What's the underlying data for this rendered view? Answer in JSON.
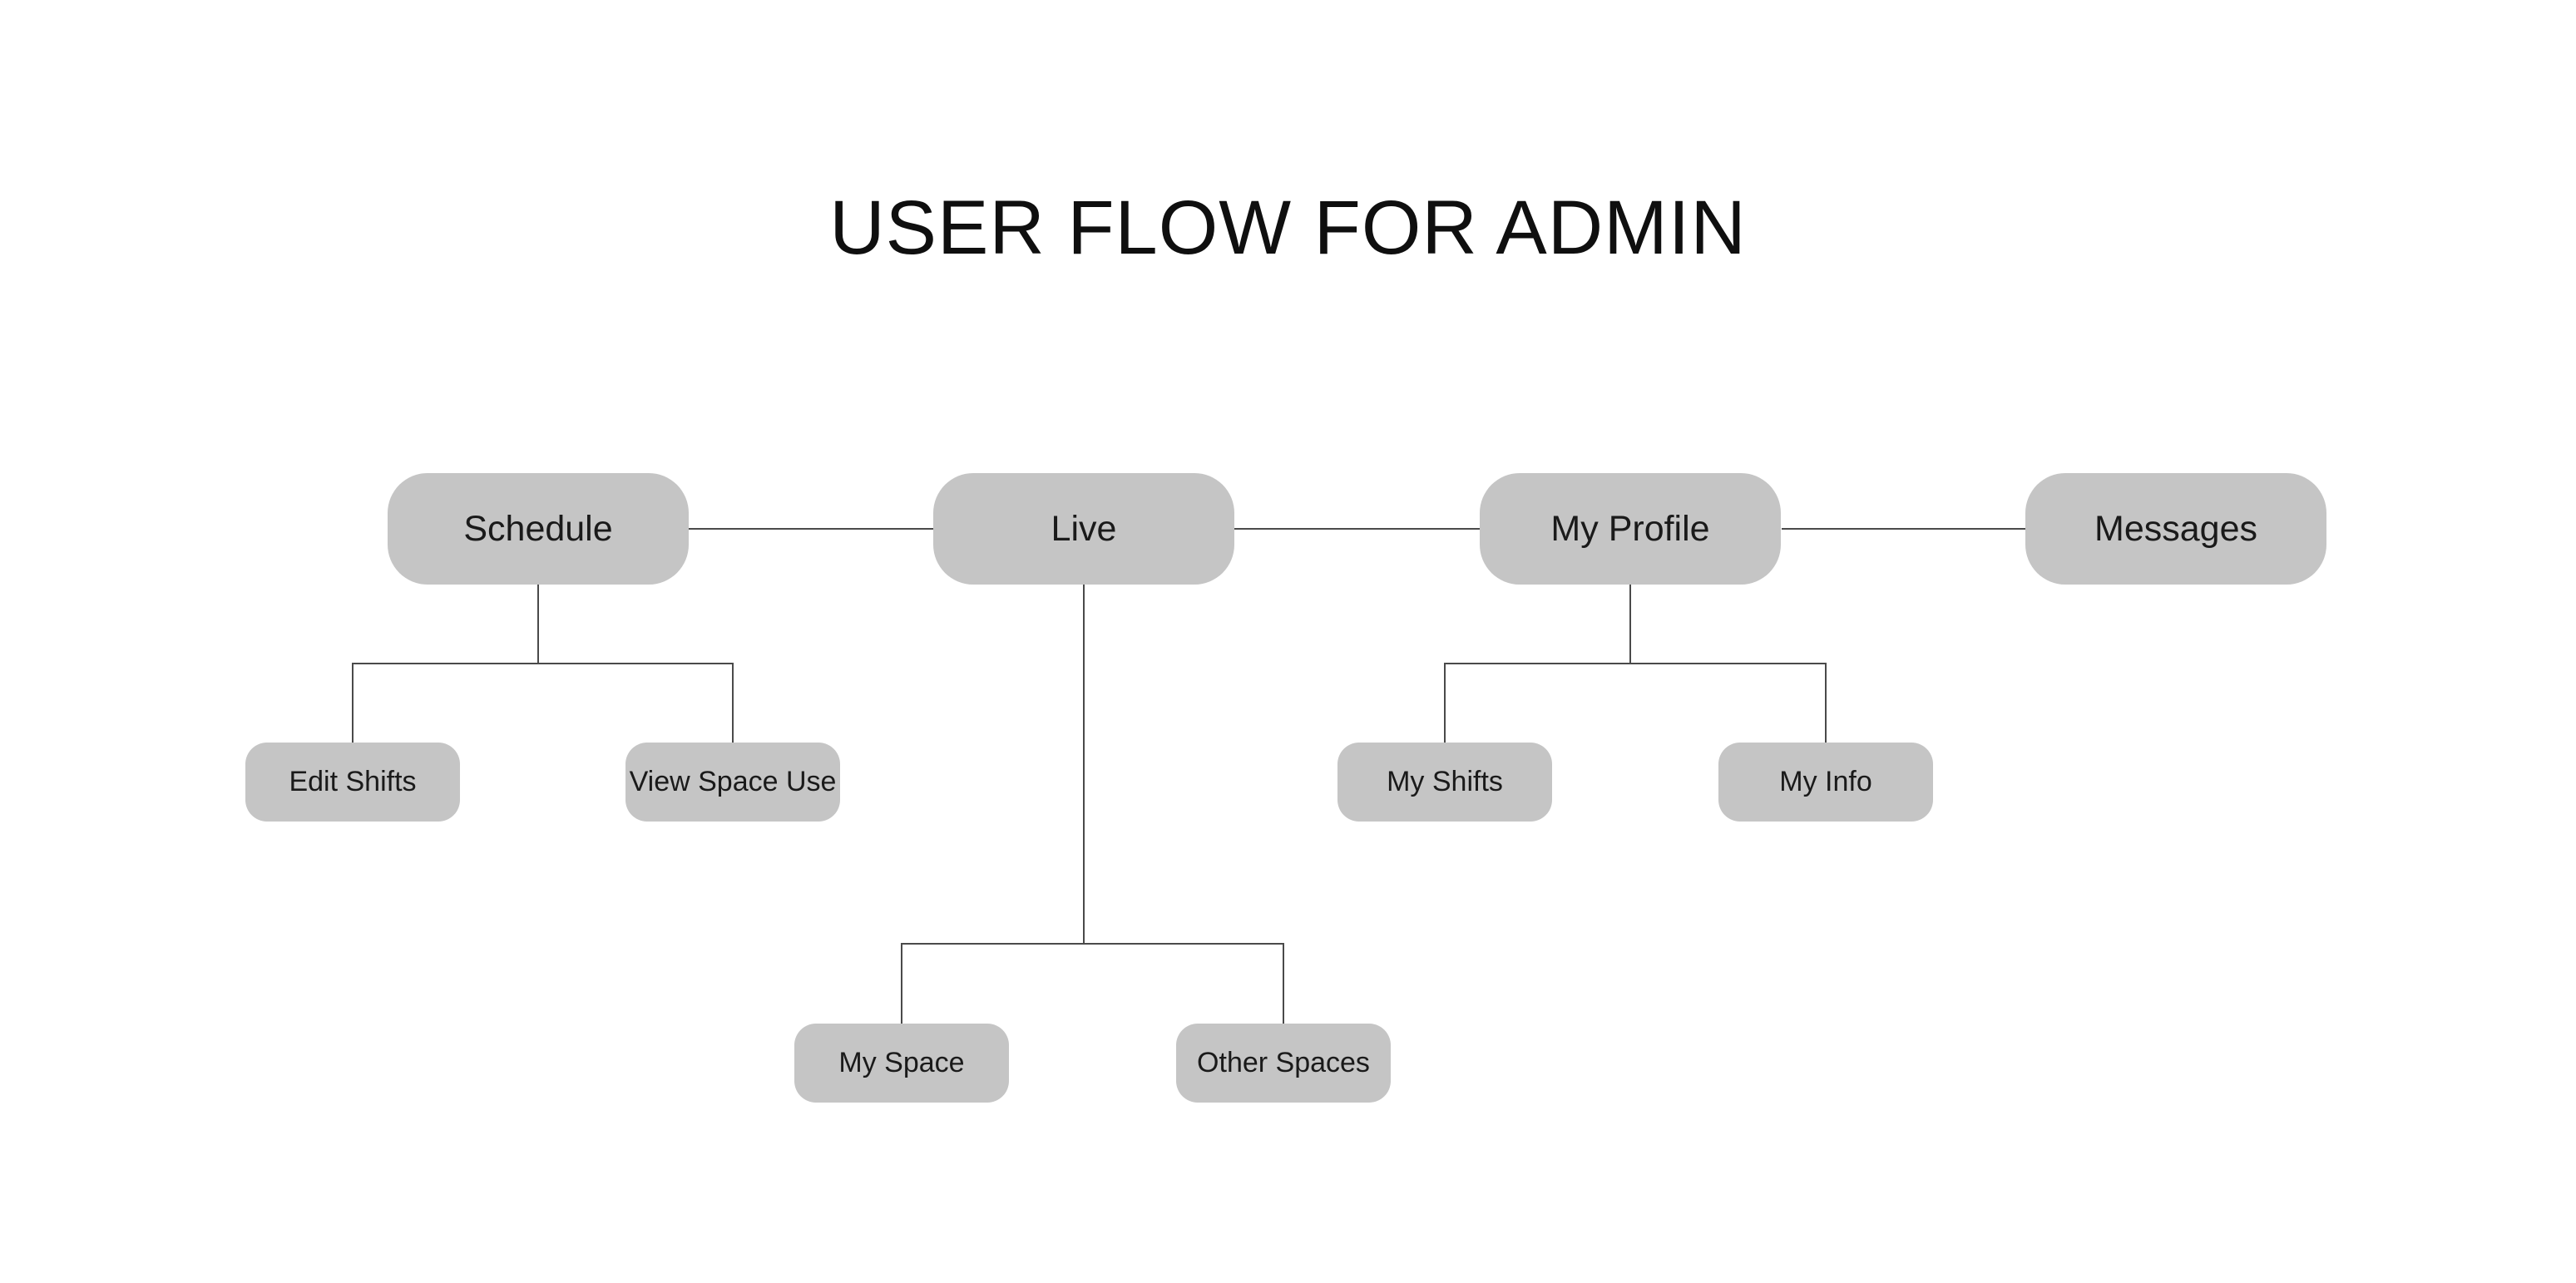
{
  "title": "USER FLOW FOR ADMIN",
  "diagram": {
    "top_level": [
      {
        "label": "Schedule"
      },
      {
        "label": "Live"
      },
      {
        "label": "My Profile"
      },
      {
        "label": "Messages"
      }
    ],
    "children": {
      "schedule": [
        {
          "label": "Edit Shifts"
        },
        {
          "label": "View Space Use"
        }
      ],
      "live": [
        {
          "label": "My Space"
        },
        {
          "label": "Other Spaces"
        }
      ],
      "my_profile": [
        {
          "label": "My Shifts"
        },
        {
          "label": "My Info"
        }
      ]
    }
  },
  "colors": {
    "background": "#ffffff",
    "node_fill": "#c5c5c5",
    "node_text": "#1a1a1a",
    "connector": "#4a4a4a",
    "title_text": "#0f0f0f"
  }
}
